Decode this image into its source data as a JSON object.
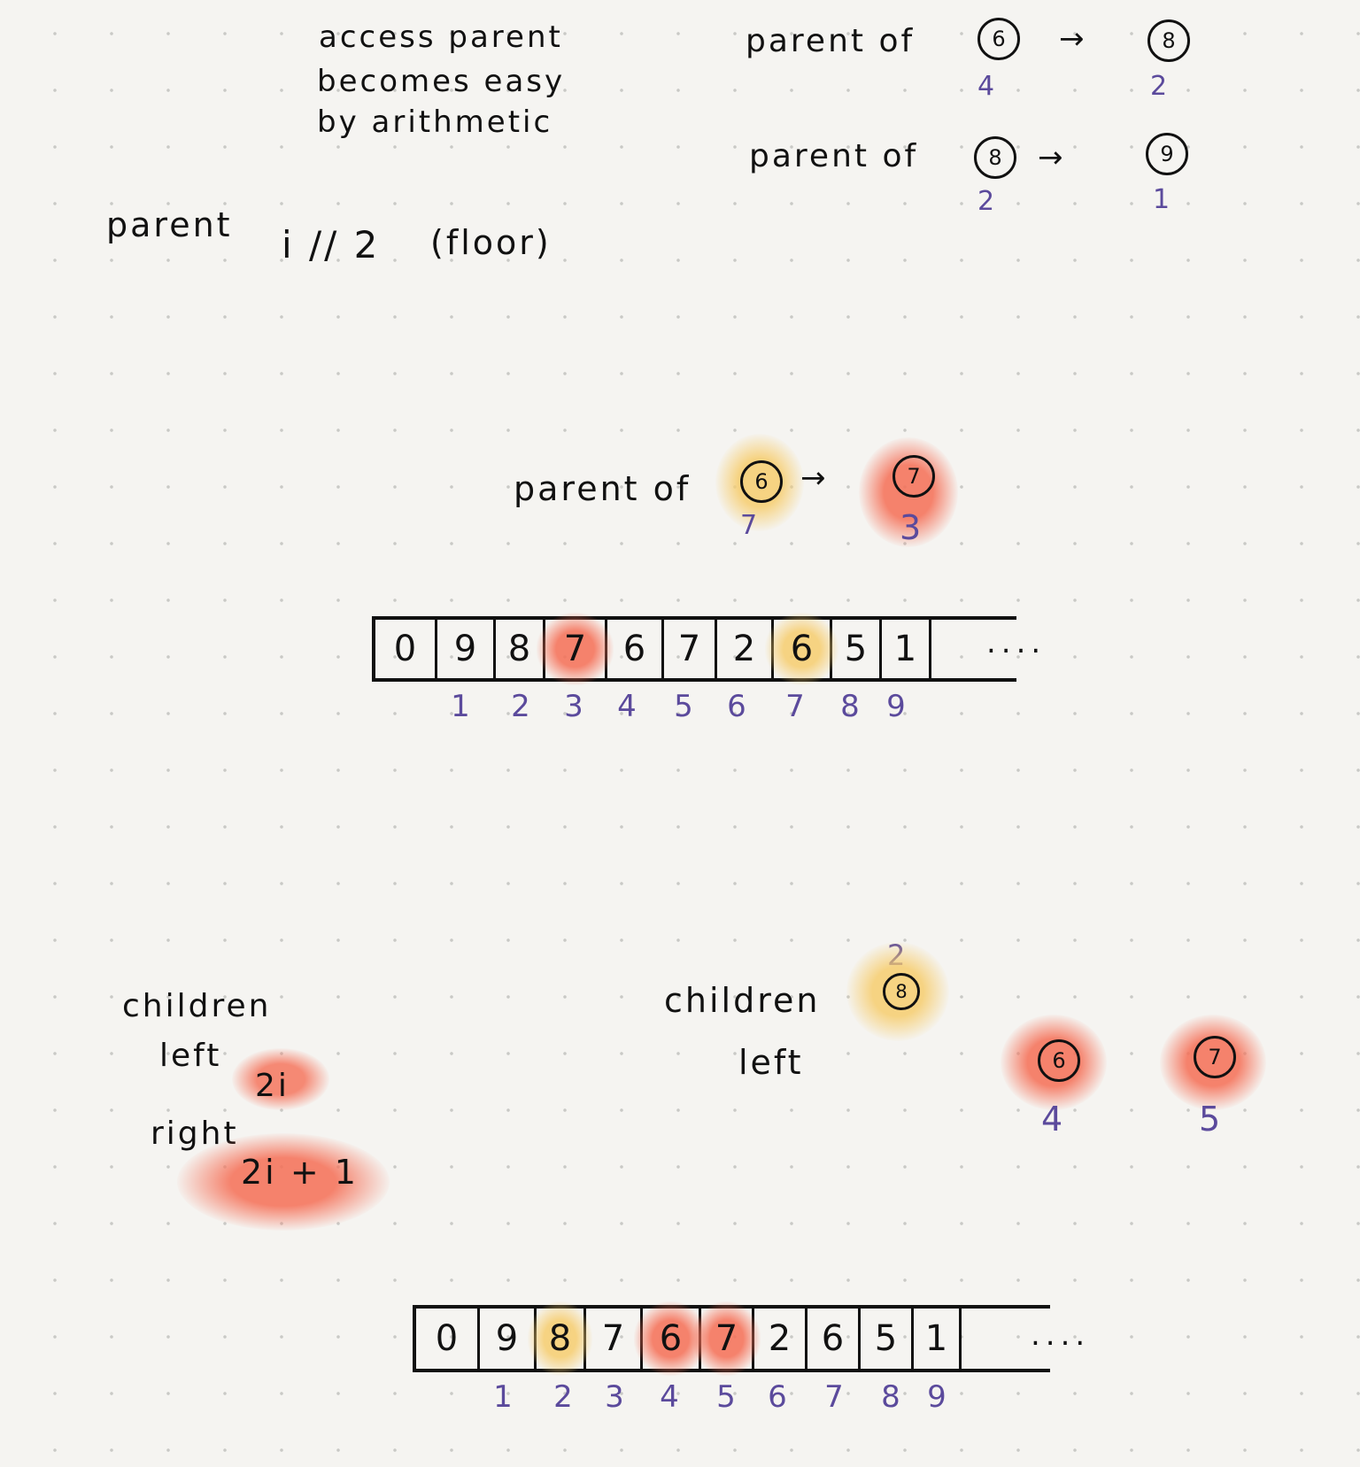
{
  "top_note": {
    "line1": "access parent",
    "line2": "becomes easy",
    "line3": "by arithmetic"
  },
  "parent_formula": {
    "label": "parent",
    "expr": "i // 2",
    "note": "(floor)"
  },
  "examples_top": [
    {
      "label": "parent of",
      "from_value": "6",
      "from_index": "4",
      "arrow": "→",
      "to_value": "8",
      "to_index": "2"
    },
    {
      "label": "parent of",
      "from_value": "8",
      "from_index": "2",
      "arrow": "→",
      "to_value": "9",
      "to_index": "1"
    }
  ],
  "example_mid": {
    "label": "parent of",
    "from_value": "6",
    "from_index": "7",
    "arrow": "→",
    "to_value": "7",
    "to_index": "3"
  },
  "array_top": {
    "values": [
      "0",
      "9",
      "8",
      "7",
      "6",
      "7",
      "2",
      "6",
      "5",
      "1"
    ],
    "indices": [
      "1",
      "2",
      "3",
      "4",
      "5",
      "6",
      "7",
      "8",
      "9"
    ],
    "ellipsis": "....",
    "highlights": {
      "red": [
        3
      ],
      "yellow": [
        7
      ]
    }
  },
  "children_formula": {
    "title": "children",
    "left_label": "left",
    "left_expr": "2i",
    "right_label": "right",
    "right_expr": "2i + 1"
  },
  "children_example": {
    "title": "children",
    "left_label": "left",
    "parent_value": "8",
    "parent_index": "2",
    "left_child_value": "6",
    "left_child_index": "4",
    "right_child_value": "7",
    "right_child_index": "5"
  },
  "array_bottom": {
    "values": [
      "0",
      "9",
      "8",
      "7",
      "6",
      "7",
      "2",
      "6",
      "5",
      "1"
    ],
    "indices": [
      "1",
      "2",
      "3",
      "4",
      "5",
      "6",
      "7",
      "8",
      "9"
    ],
    "ellipsis": "....",
    "highlights": {
      "red": [
        4,
        5
      ],
      "yellow": [
        2
      ]
    }
  },
  "colors": {
    "ink": "#111111",
    "index_purple": "#5b4a9c",
    "highlight_yellow": "#f6cd6e",
    "highlight_red": "#f56e55",
    "paper": "#f5f4f1"
  }
}
